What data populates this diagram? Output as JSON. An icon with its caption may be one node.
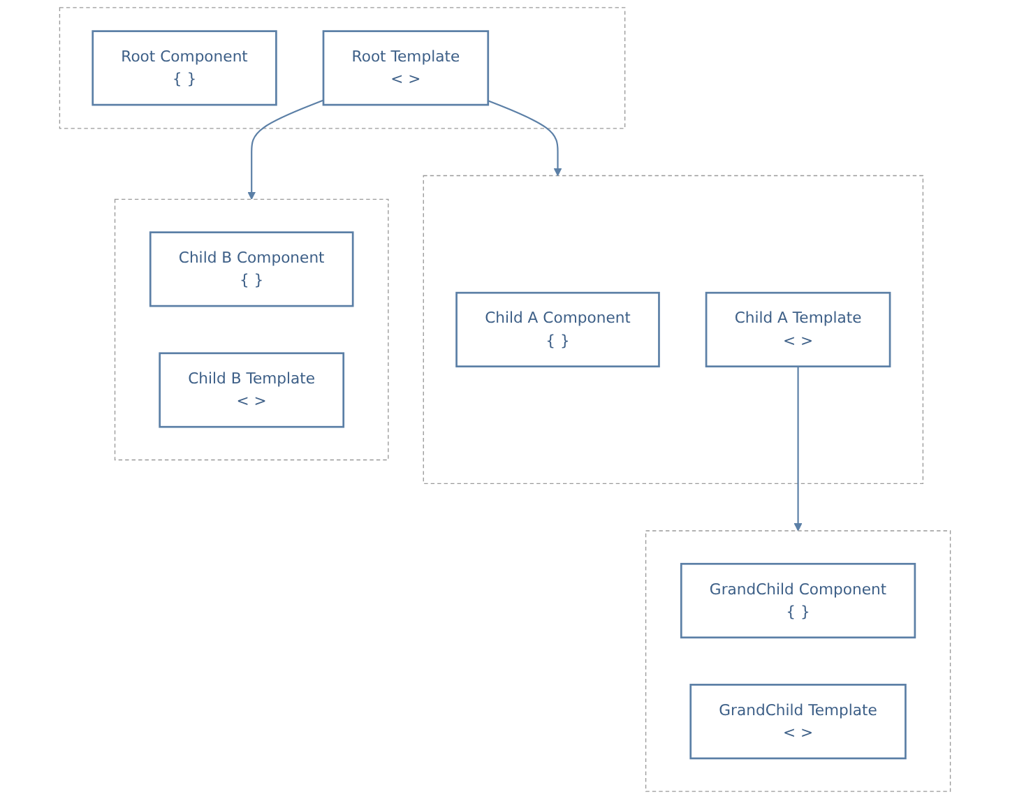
{
  "diagram": {
    "nodes": [
      {
        "text": [],
        "shape": "box"
      },
      {
        "text": [
          "Root Component",
          "{ }"
        ],
        "in": 0
      },
      {
        "text": [
          "Root Template",
          "< >"
        ],
        "in": 0
      },
      {
        "text": [],
        "shape": "box"
      },
      {
        "text": [
          "Child A Component",
          "{ }"
        ],
        "in": 3
      },
      {
        "text": [
          "Child A Template",
          "< >"
        ],
        "in": 3
      },
      {
        "text": [],
        "shape": "box"
      },
      {
        "text": [
          "Child B Component",
          "{ }"
        ],
        "in": 6
      },
      {
        "text": [
          "Child B Template",
          "< >"
        ],
        "in": 6
      },
      {
        "text": [],
        "shape": "box"
      },
      {
        "text": [
          "GrandChild Component",
          "{ }"
        ],
        "in": 9
      },
      {
        "text": [
          "GrandChild Template",
          "< >"
        ],
        "in": 9
      }
    ],
    "edges": [
      {
        "from": 2,
        "to": 3,
        "arrow": "to"
      },
      {
        "from": 2,
        "to": 6,
        "arrow": "to"
      },
      {
        "from": 5,
        "to": 9,
        "arrow": "to"
      }
    ]
  }
}
